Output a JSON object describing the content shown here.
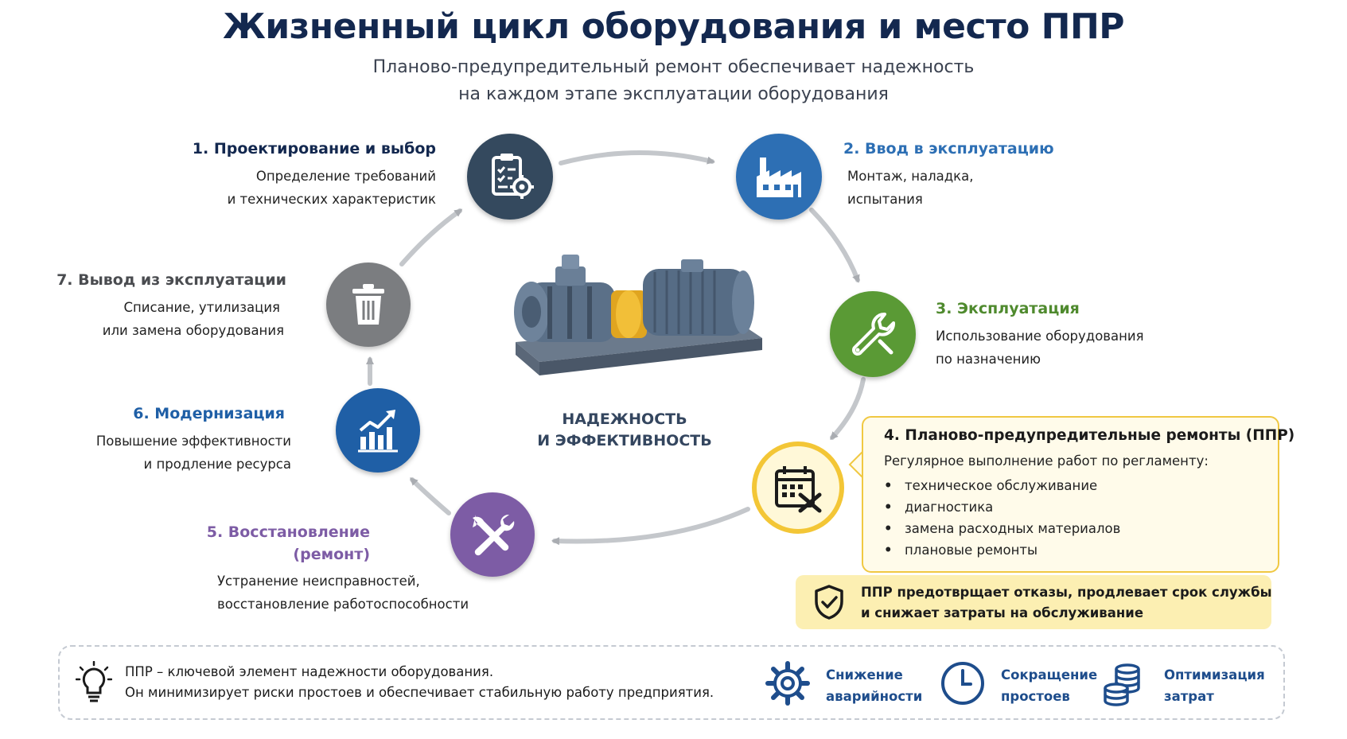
{
  "header": {
    "title": "Жизненный цикл оборудования и место ППР",
    "subtitle_line1": "Планово-предупредительный ремонт обеспечивает надежность",
    "subtitle_line2": "на каждом этапе эксплуатации оборудования"
  },
  "stages": [
    {
      "title": "1. Проектирование и выбор",
      "desc1": "Определение требований",
      "desc2": "и технических характеристик",
      "color": "#34495e",
      "icon": "clipboard-gear-icon"
    },
    {
      "title": "2. Ввод в эксплуатацию",
      "desc1": "Монтаж, наладка,",
      "desc2": "испытания",
      "color": "#2d6fb4",
      "icon": "factory-icon"
    },
    {
      "title": "3. Эксплуатация",
      "desc1": "Использование оборудования",
      "desc2": "по назначению",
      "color": "#5a9a35",
      "icon": "wrench-icon"
    },
    {
      "title": "4. Планово-предупредительные ремонты (ППР)",
      "desc1": "Регулярное выполнение работ по регламенту:",
      "desc2": "",
      "color": "#f3c636",
      "icon": "calendar-tools-icon"
    },
    {
      "title": "5. Восстановление",
      "title2": "(ремонт)",
      "desc1": "Устранение неисправностей,",
      "desc2": "восстановление работоспособности",
      "color": "#7d5ca5",
      "icon": "crossed-tools-icon"
    },
    {
      "title": "6. Модернизация",
      "desc1": "Повышение эффективности",
      "desc2": "и продление ресурса",
      "color": "#1f5fa6",
      "icon": "growth-chart-icon"
    },
    {
      "title": "7. Вывод из эксплуатации",
      "desc1": "Списание, утилизация",
      "desc2": "или замена оборудования",
      "color": "#7b7d80",
      "icon": "trash-icon"
    }
  ],
  "ppr_items": [
    "техническое обслуживание",
    "диагностика",
    "замена расходных материалов",
    "плановые ремонты"
  ],
  "center_label": {
    "line1": "НАДЕЖНОСТЬ",
    "line2": "И ЭФФЕКТИВНОСТЬ"
  },
  "note": {
    "line1": "ППР предотврщает отказы, продлевает срок службы",
    "line2": "и снижает затраты на обслуживание",
    "icon": "shield-check-icon"
  },
  "footer": {
    "line1": "ППР – ключевой элемент надежности оборудования.",
    "line2": "Он минимизирует риски простоев и обеспечивает стабильную работу предприятия.",
    "icon": "lightbulb-icon",
    "benefits": [
      {
        "line1": "Снижение",
        "line2": "аварийности",
        "icon": "gear-icon"
      },
      {
        "line1": "Сокращение",
        "line2": "простоев",
        "icon": "clock-icon"
      },
      {
        "line1": "Оптимизация",
        "line2": "затрат",
        "icon": "coins-icon"
      }
    ]
  },
  "colors": {
    "title": "#13284f",
    "arrow": "#b5b8bd",
    "highlight_border": "#f0c842",
    "highlight_bg": "#fffbea",
    "note_bg": "#fcefb2",
    "benefit_text": "#1e4d8c"
  }
}
